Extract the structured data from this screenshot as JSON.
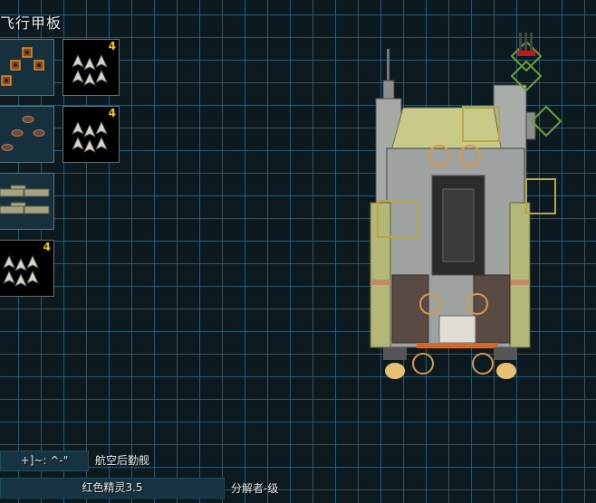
{
  "panel": {
    "title": "飞行甲板",
    "slots": [
      {
        "id": "slot-1",
        "style": "dim",
        "content": "drone-pods",
        "count": null
      },
      {
        "id": "slot-2",
        "style": "dark",
        "content": "fighter-wing",
        "count": "4"
      },
      {
        "id": "slot-3",
        "style": "dim",
        "content": "bomber-pods",
        "count": null
      },
      {
        "id": "slot-4",
        "style": "dark",
        "content": "fighter-wing",
        "count": "4"
      },
      {
        "id": "slot-5",
        "style": "dim",
        "content": "gunboat-squad",
        "count": null
      },
      {
        "id": "slot-6",
        "style": "dark",
        "content": "fighter-wing",
        "count": "4"
      }
    ]
  },
  "ship_info": {
    "name_label": "+]~: ^-\"",
    "class_label": "航空后勤舰",
    "pilot_label": "红色精灵3.5",
    "rank_label": "分解者-级"
  },
  "colors": {
    "background": "#0c1c23",
    "grid": "#306e87",
    "count_badge": "#f5c518",
    "hull_armor": "#c9c98a",
    "hull_metal": "#9ea3a1",
    "slot_green": "#6aa13a",
    "slot_yellow": "#b8a843",
    "slot_orange": "#d89a4a"
  }
}
